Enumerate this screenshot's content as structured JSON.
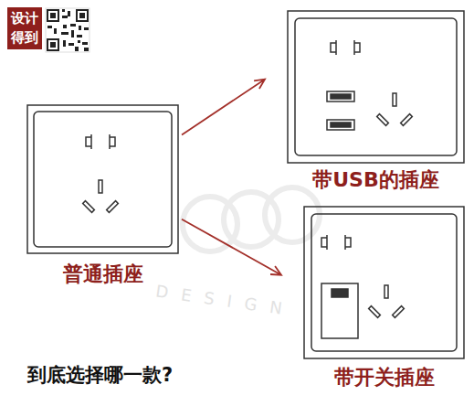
{
  "diagram": {
    "nodes": [
      {
        "text": [
          "普通插座"
        ]
      },
      {
        "text": [
          "带USB的插座"
        ]
      },
      {
        "text": [
          "带开关插座"
        ]
      }
    ],
    "edges": [
      {
        "from": 0,
        "to": 1,
        "arrow": "to"
      },
      {
        "from": 0,
        "to": 2,
        "arrow": "to"
      }
    ],
    "labels": [
      "设计 得到",
      "到底选择哪一款?",
      "DESIGN"
    ]
  }
}
